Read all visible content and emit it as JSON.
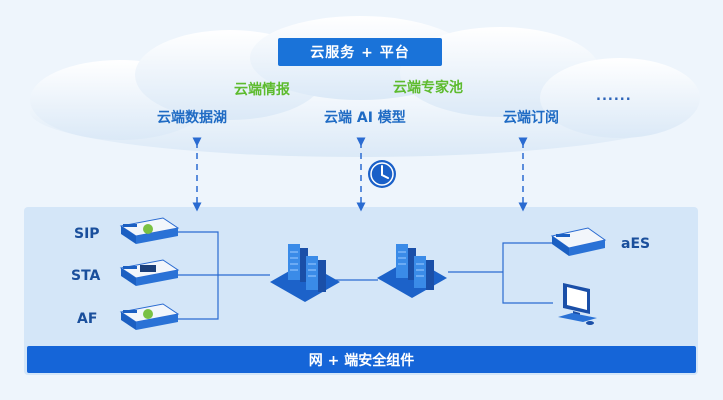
{
  "cloud": {
    "title": "云服务 + 平台",
    "services": {
      "intel": "云端情报",
      "expert_pool": "云端专家池",
      "data_lake": "云端数据湖",
      "ai_model": "云端 AI 模型",
      "subscription": "云端订阅",
      "more": "......"
    }
  },
  "devices": {
    "sip": "SIP",
    "sta": "STA",
    "af": "AF",
    "aes": "aES"
  },
  "bottom_bar": "网 + 端安全组件",
  "colors": {
    "brand_blue": "#1565d8",
    "green_text": "#5dbb2e",
    "blue_text": "#1f6bc4",
    "panel_bg": "#d4e6f8"
  }
}
